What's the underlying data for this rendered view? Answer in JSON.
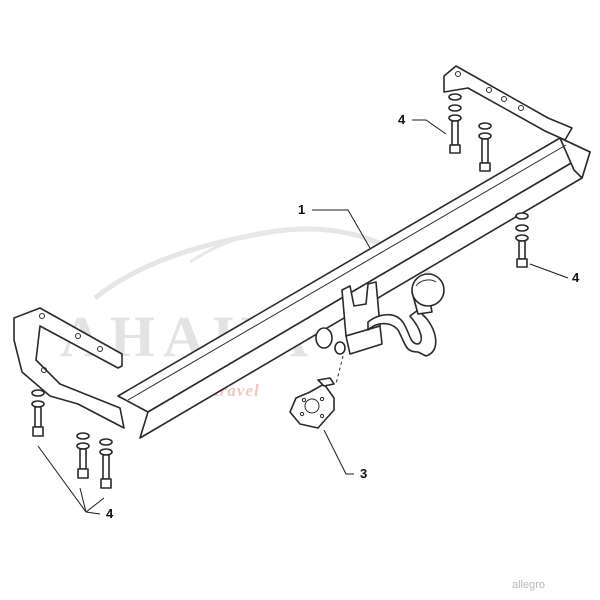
{
  "watermark": {
    "brand": "AHAKA",
    "tagline": "park and travel",
    "corner": "allegro"
  },
  "callouts": {
    "beam": "1",
    "socket": "3",
    "bolts_right_top": "4",
    "bolts_right": "4",
    "bolts_left": "4"
  }
}
